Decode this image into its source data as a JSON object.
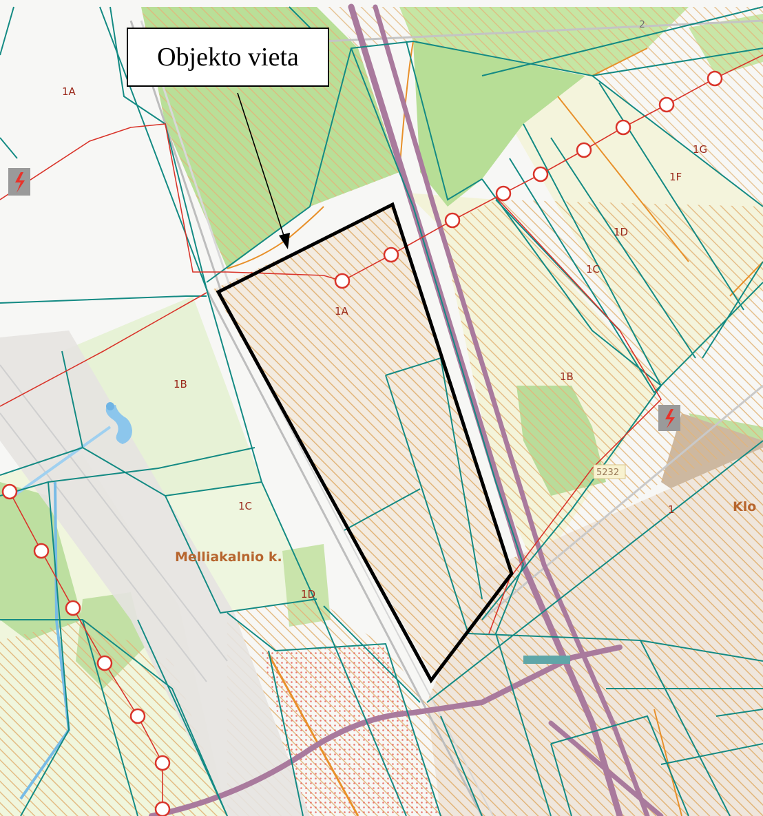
{
  "callout": {
    "text": "Objekto vieta"
  },
  "labels": {
    "parcel_1a_nw": "1A",
    "parcel_1a_site": "1A",
    "parcel_1b_w": "1B",
    "parcel_1c_w": "1C",
    "parcel_1d_w": "1D",
    "parcel_1b_e": "1B",
    "parcel_1c_e": "1C",
    "parcel_1d_e": "1D",
    "parcel_1f": "1F",
    "parcel_1g": "1G",
    "parcel_1": "1",
    "parcel_2": "2",
    "place_melliakalnio": "Melliakalnio k.",
    "place_klo": "Klo",
    "road_number": "5232"
  },
  "colors": {
    "parcel_boundary": "#138a83",
    "power_line": "#d9342a",
    "road_main": "#a97a9d",
    "site_outline": "#000000",
    "forest": "#a9d68a",
    "hatch": "#e2b57a",
    "water": "#77bbe6",
    "orange_line": "#e8902a"
  }
}
